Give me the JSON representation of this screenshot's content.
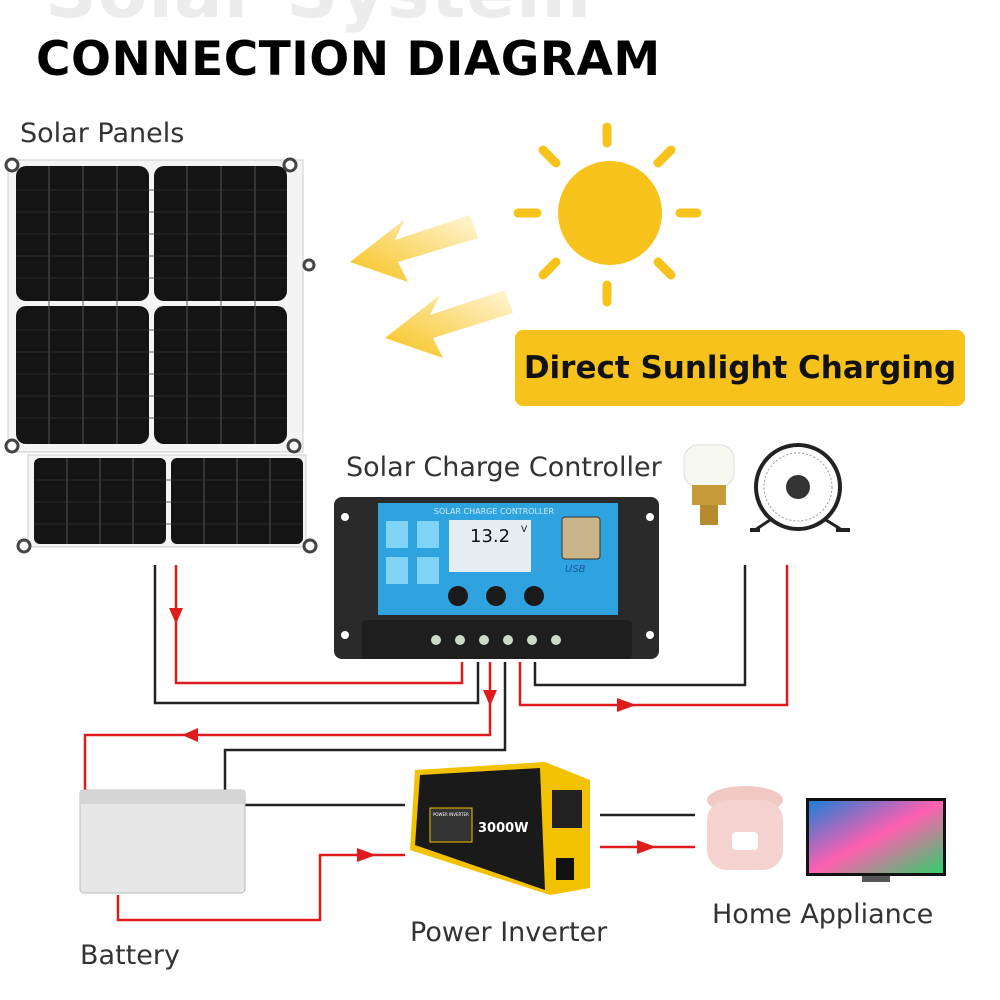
{
  "header": {
    "watermark": "Solar System",
    "title": "CONNECTION DIAGRAM"
  },
  "labels": {
    "solar_panels": "Solar Panels",
    "charge_controller": "Solar Charge Controller",
    "battery": "Battery",
    "power_inverter": "Power Inverter",
    "home_appliance": "Home Appliance"
  },
  "banner": "Direct Sunlight Charging",
  "controller": {
    "header": "SOLAR CHARGE CONTROLLER",
    "voltage": "13.2",
    "unit": "V",
    "usb": "USB"
  },
  "inverter": {
    "rating": "3000W",
    "badge": "POWER INVERTER"
  },
  "colors": {
    "accent_yellow": "#f7c21b",
    "wire_red": "#e01b1b",
    "wire_black": "#222222",
    "controller_blue": "#2fa3e0"
  }
}
